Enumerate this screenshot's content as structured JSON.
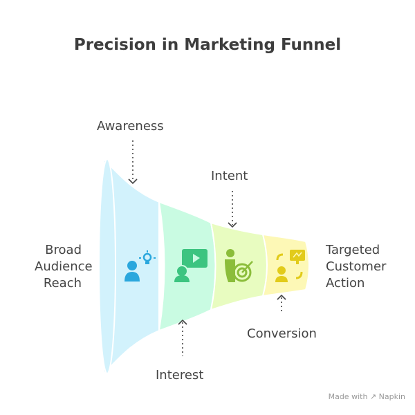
{
  "title": "Precision in Marketing Funnel",
  "left_label": [
    "Broad",
    "Audience",
    "Reach"
  ],
  "right_label": [
    "Targeted",
    "Customer",
    "Action"
  ],
  "stages": [
    {
      "label": "Awareness",
      "icon": "person-lightbulb-icon",
      "fill": "#d2f2fc",
      "icon_color": "#2aa7dd"
    },
    {
      "label": "Interest",
      "icon": "person-video-icon",
      "fill": "#c9fbe2",
      "icon_color": "#3cc480"
    },
    {
      "label": "Intent",
      "icon": "person-target-icon",
      "fill": "#e8fcc0",
      "icon_color": "#8bbd3a"
    },
    {
      "label": "Conversion",
      "icon": "person-exchange-icon",
      "fill": "#fdf8b6",
      "icon_color": "#e2cb1a"
    }
  ],
  "footer": {
    "made_with": "Made with",
    "brand": "Napkin"
  }
}
